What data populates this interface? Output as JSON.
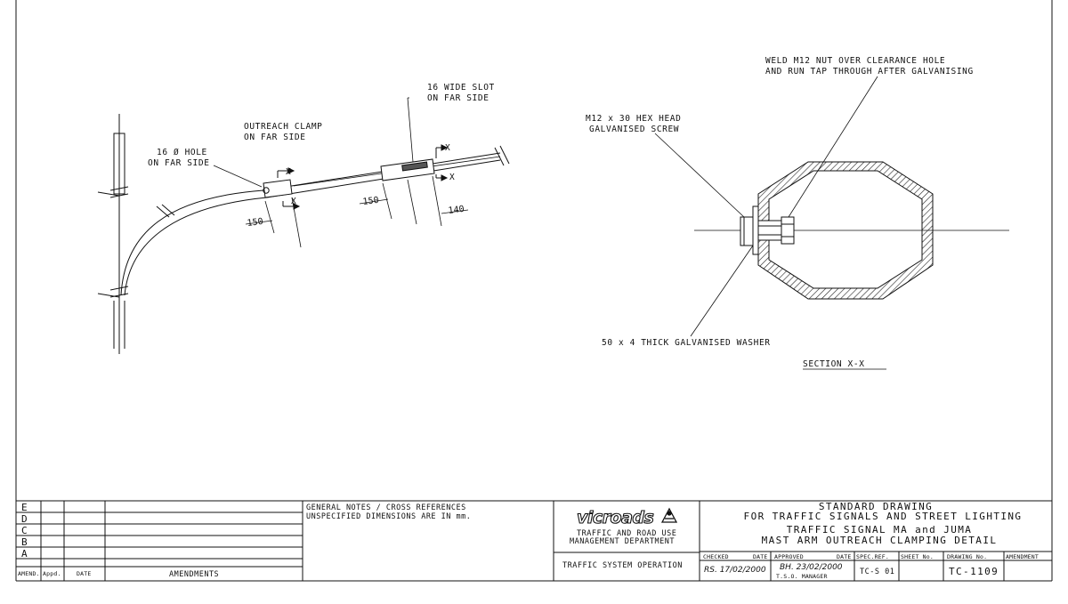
{
  "drawing": {
    "left_view": {
      "hole_label": [
        "16 Ø HOLE",
        "ON FAR SIDE"
      ],
      "clamp_label": [
        "OUTREACH CLAMP",
        "ON FAR SIDE"
      ],
      "slot_label": [
        "16 WIDE SLOT",
        "ON FAR SIDE"
      ],
      "section_mark": "X",
      "dim_150_a": "150",
      "dim_150_b": "150",
      "dim_140": "140"
    },
    "right_view": {
      "weld_note": [
        "WELD M12 NUT OVER CLEARANCE HOLE",
        "AND RUN TAP THROUGH AFTER GALVANISING"
      ],
      "screw_note": [
        "M12 x 30 HEX HEAD",
        "GALVANISED SCREW"
      ],
      "washer_note": "50 x 4 THICK GALVANISED WASHER",
      "section_title": "SECTION X-X"
    }
  },
  "title_block": {
    "revisions": [
      "E",
      "D",
      "C",
      "B",
      "A"
    ],
    "amend_headers": {
      "amend": "AMEND.",
      "appd": "Appd.",
      "date": "DATE",
      "amendments": "AMENDMENTS"
    },
    "general_notes": [
      "GENERAL NOTES / CROSS REFERENCES",
      "UNSPECIFIED DIMENSIONS ARE IN mm."
    ],
    "logo_text": "vicroads",
    "department": [
      "TRAFFIC AND ROAD USE",
      "MANAGEMENT DEPARTMENT"
    ],
    "division": "TRAFFIC SYSTEM OPERATION",
    "title_lines": [
      "STANDARD DRAWING",
      "FOR TRAFFIC SIGNALS AND STREET LIGHTING",
      "TRAFFIC SIGNAL MA and JUMA",
      "MAST ARM OUTREACH CLAMPING DETAIL"
    ],
    "headers": {
      "checked": "CHECKED",
      "date1": "DATE",
      "approved": "APPROVED",
      "date2": "DATE",
      "spec_ref": "SPEC.REF.",
      "sheet_no": "SHEET No.",
      "drawing_no": "DRAWING No.",
      "amendment": "AMENDMENT"
    },
    "checked_value": "RS. 17/02/2000",
    "approved_value": "BH. 23/02/2000",
    "approved_role": "T.S.O. MANAGER",
    "spec_ref_value": "TC-S 01",
    "sheet_no_value": "",
    "drawing_no_value": "TC-1109",
    "amendment_value": ""
  }
}
